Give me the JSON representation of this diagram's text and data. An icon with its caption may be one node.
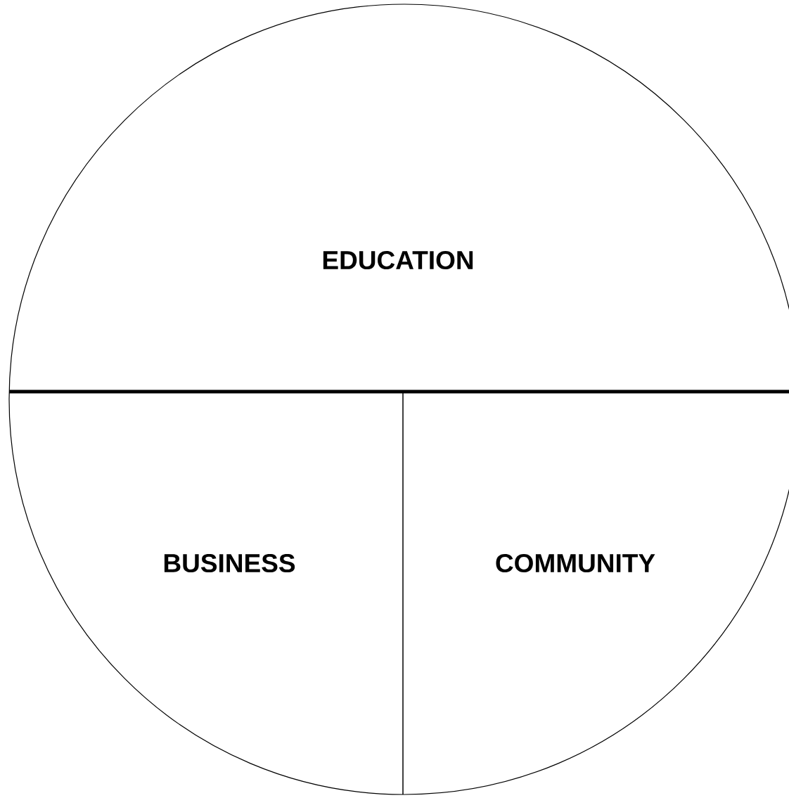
{
  "diagram": {
    "nodes": [
      {
        "text": [
          "EDUCATION"
        ]
      },
      {
        "text": [
          "BUSINESS"
        ]
      },
      {
        "text": [
          "COMMUNITY"
        ]
      }
    ]
  }
}
